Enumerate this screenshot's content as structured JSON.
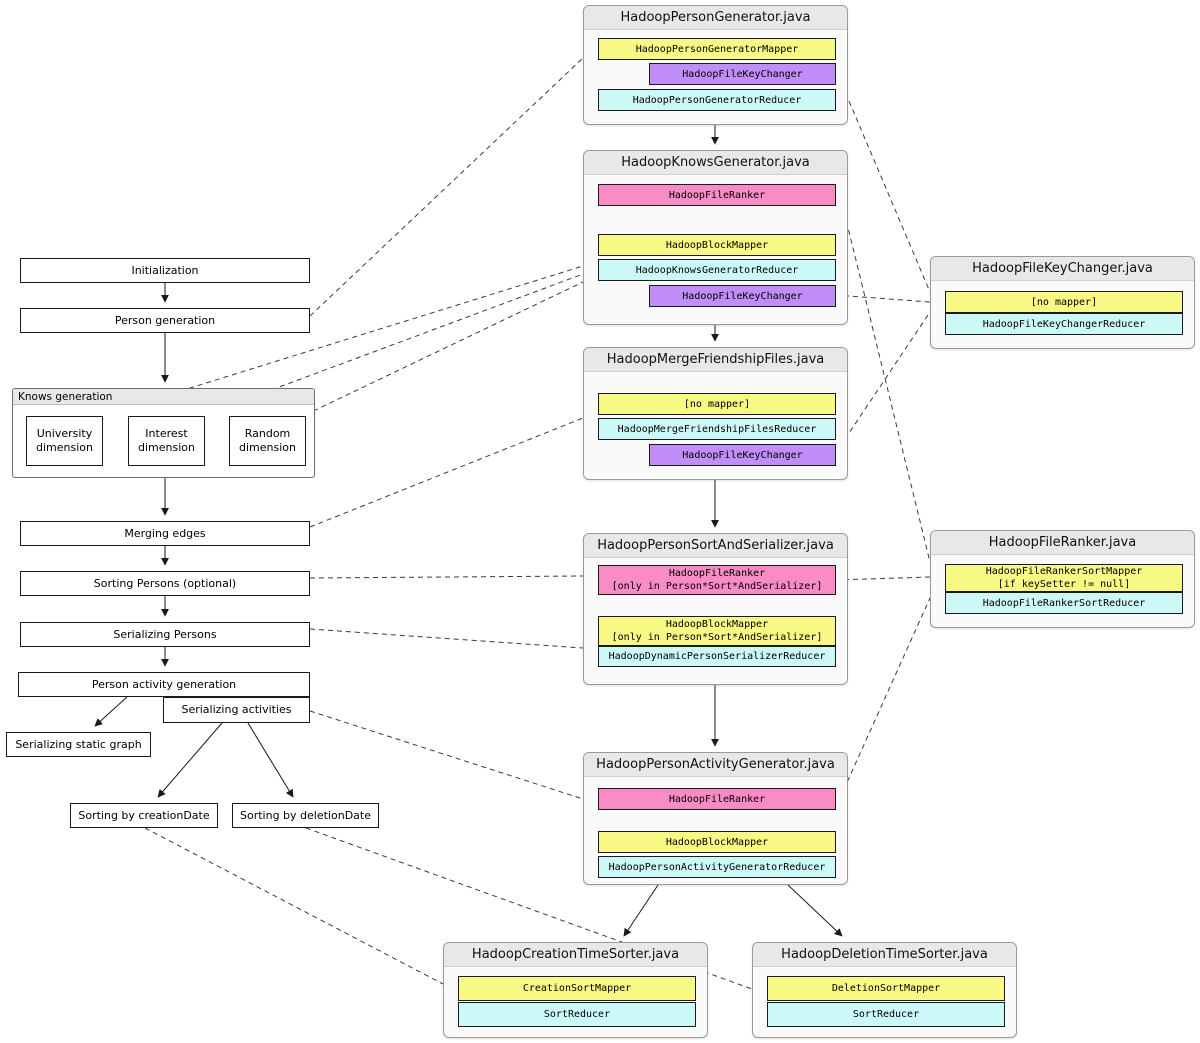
{
  "colors": {
    "mapper_yellow": "#f8f885",
    "reducer_cyan": "#cdf8f8",
    "ranker_pink": "#f98bc5",
    "keychanger_purple": "#c18df8",
    "container_bg": "#fafafa",
    "container_header": "#e8e8e8"
  },
  "flowchart": {
    "initialization": "Initialization",
    "person_generation": "Person generation",
    "knows_generation_title": "Knows generation",
    "university_dimension": "University\ndimension",
    "interest_dimension": "Interest\ndimension",
    "random_dimension": "Random\ndimension",
    "merging_edges": "Merging edges",
    "sorting_persons": "Sorting Persons (optional)",
    "serializing_persons": "Serializing Persons",
    "person_activity_generation": "Person activity generation",
    "serializing_activities": "Serializing activities",
    "serializing_static_graph": "Serializing static graph",
    "sorting_by_creation_date": "Sorting by creationDate",
    "sorting_by_deletion_date": "Sorting by deletionDate"
  },
  "containers": {
    "person_generator": {
      "title": "HadoopPersonGenerator.java",
      "mapper": "HadoopPersonGeneratorMapper",
      "key_changer": "HadoopFileKeyChanger",
      "reducer": "HadoopPersonGeneratorReducer"
    },
    "knows_generator": {
      "title": "HadoopKnowsGenerator.java",
      "ranker": "HadoopFileRanker",
      "mapper": "HadoopBlockMapper",
      "reducer": "HadoopKnowsGeneratorReducer",
      "key_changer": "HadoopFileKeyChanger"
    },
    "merge_friendship_files": {
      "title": "HadoopMergeFriendshipFiles.java",
      "mapper": "[no mapper]",
      "reducer": "HadoopMergeFriendshipFilesReducer",
      "key_changer": "HadoopFileKeyChanger"
    },
    "person_sort_and_serializer": {
      "title": "HadoopPersonSortAndSerializer.java",
      "ranker": "HadoopFileRanker\n[only in Person*Sort*AndSerializer]",
      "mapper": "HadoopBlockMapper\n[only in Person*Sort*AndSerializer]",
      "reducer": "HadoopDynamicPersonSerializerReducer"
    },
    "person_activity_generator": {
      "title": "HadoopPersonActivityGenerator.java",
      "ranker": "HadoopFileRanker",
      "mapper": "HadoopBlockMapper",
      "reducer": "HadoopPersonActivityGeneratorReducer"
    },
    "file_key_changer": {
      "title": "HadoopFileKeyChanger.java",
      "mapper": "[no mapper]",
      "reducer": "HadoopFileKeyChangerReducer"
    },
    "file_ranker": {
      "title": "HadoopFileRanker.java",
      "mapper": "HadoopFileRankerSortMapper\n[if keySetter != null]",
      "reducer": "HadoopFileRankerSortReducer"
    },
    "creation_time_sorter": {
      "title": "HadoopCreationTimeSorter.java",
      "mapper": "CreationSortMapper",
      "reducer": "SortReducer"
    },
    "deletion_time_sorter": {
      "title": "HadoopDeletionTimeSorter.java",
      "mapper": "DeletionSortMapper",
      "reducer": "SortReducer"
    }
  }
}
